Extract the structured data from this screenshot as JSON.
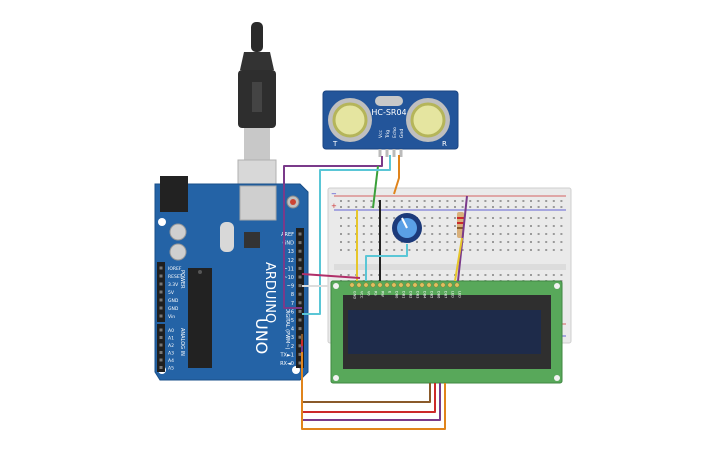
{
  "sensor": {
    "model": "HC-SR04",
    "left_mark": "T",
    "right_mark": "R",
    "pins": [
      "Vcc",
      "Trig",
      "Echo",
      "Gnd"
    ]
  },
  "arduino": {
    "brand": "ARDUINO",
    "model": "UNO",
    "header_top": [
      "AREF",
      "GND",
      "13",
      "12",
      "~11",
      "~10",
      "~9",
      "8",
      "7",
      "~6",
      "~5",
      "4",
      "~3",
      "2",
      "TX►1",
      "RX◄0"
    ],
    "digital_label": "DIGITAL (PWM~)",
    "power_pins": [
      "IOREF",
      "RESET",
      "3.3V",
      "5V",
      "GND",
      "GND",
      "Vin"
    ],
    "power_label": "POWER",
    "analog_pins": [
      "A0",
      "A1",
      "A2",
      "A3",
      "A4",
      "A5"
    ],
    "analog_label": "ANALOG IN"
  },
  "lcd": {
    "pins": [
      "GND",
      "VCC",
      "V0",
      "RS",
      "RW",
      "E",
      "DB0",
      "DB1",
      "DB2",
      "DB3",
      "DB4",
      "DB5",
      "DB6",
      "DB7",
      "LED",
      "LED"
    ]
  },
  "breadboard": {
    "plus": "+",
    "minus": "−"
  },
  "colors": {
    "board_blue": "#2463a6",
    "lcd_green": "#58a85a",
    "lcd_screen": "#1e2b4a",
    "wire_purple": "#7a3a8a",
    "wire_green": "#3aa03a",
    "wire_orange": "#e0841c",
    "wire_cyan": "#5ac6d6",
    "wire_yellow": "#e6c62a",
    "wire_red": "#cc2a2a",
    "wire_brown": "#8a5a2a",
    "wire_black": "#222222"
  }
}
